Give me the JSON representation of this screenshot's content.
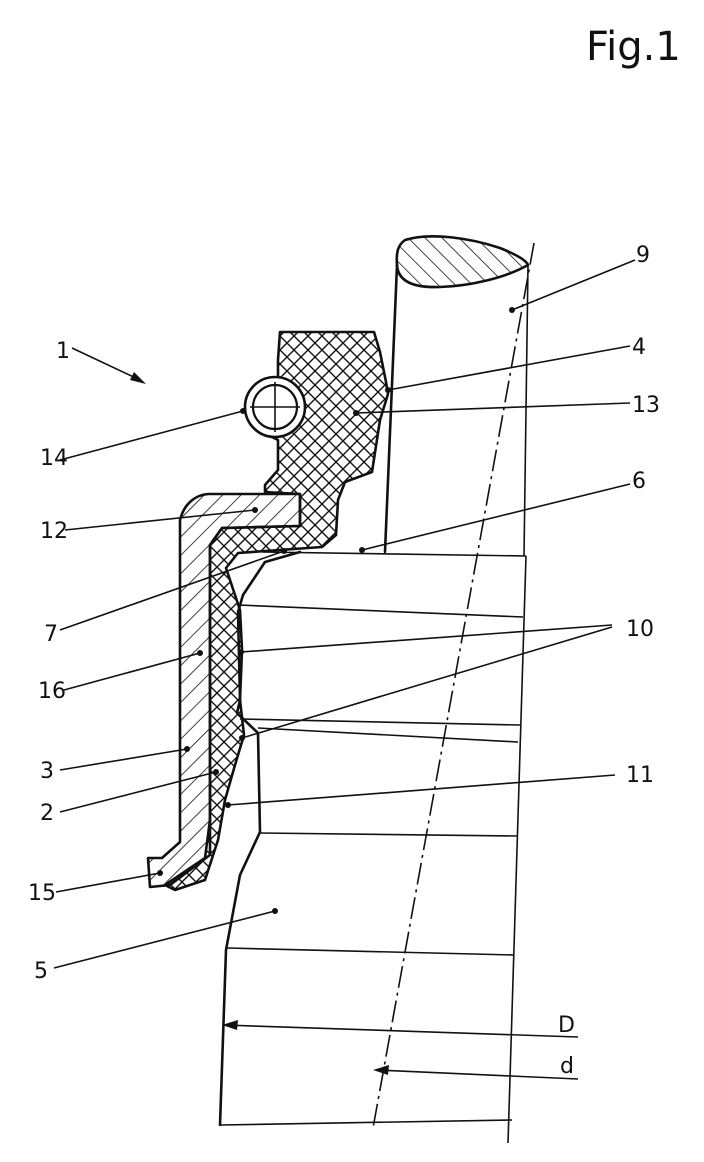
{
  "figure_title": "Fig.1",
  "labels": {
    "l1": "1",
    "l2": "2",
    "l3": "3",
    "l4": "4",
    "l5": "5",
    "l6": "6",
    "l7": "7",
    "l9": "9",
    "l10": "10",
    "l11": "11",
    "l12": "12",
    "l13": "13",
    "l14": "14",
    "l15": "15",
    "l16": "16",
    "lD": "D",
    "ld": "d"
  }
}
